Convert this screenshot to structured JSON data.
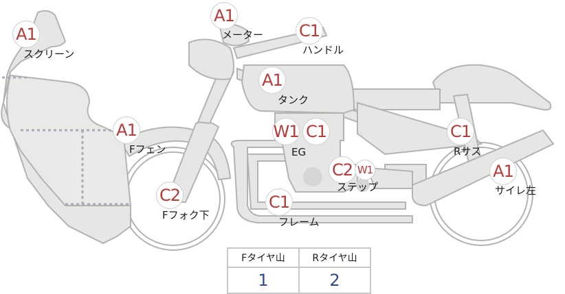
{
  "labels": {
    "screen": {
      "grade": "A1",
      "name": "スクリーン"
    },
    "meter": {
      "grade": "A1",
      "name": "メーター"
    },
    "handle": {
      "grade": "C1",
      "name": "ハンドル"
    },
    "tank": {
      "grade": "A1",
      "name": "タンク"
    },
    "f_fender": {
      "grade": "A1",
      "name": "Fフェン"
    },
    "engine": {
      "grade_w": "W1",
      "grade_c": "C1",
      "name": "EG"
    },
    "r_suspension": {
      "grade": "C1",
      "name": "Rサス"
    },
    "step": {
      "grade": "C2",
      "grade_w": "W1",
      "name": "ステップ"
    },
    "silencer_left": {
      "grade": "A1",
      "name": "サイレ左"
    },
    "f_fork": {
      "grade": "C2",
      "name": "Fフォク下"
    },
    "frame": {
      "grade": "C1",
      "name": "フレーム"
    }
  },
  "tread_table": {
    "headers": [
      "Fタイヤ山",
      "Rタイヤ山"
    ],
    "values": [
      "1",
      "2"
    ]
  }
}
